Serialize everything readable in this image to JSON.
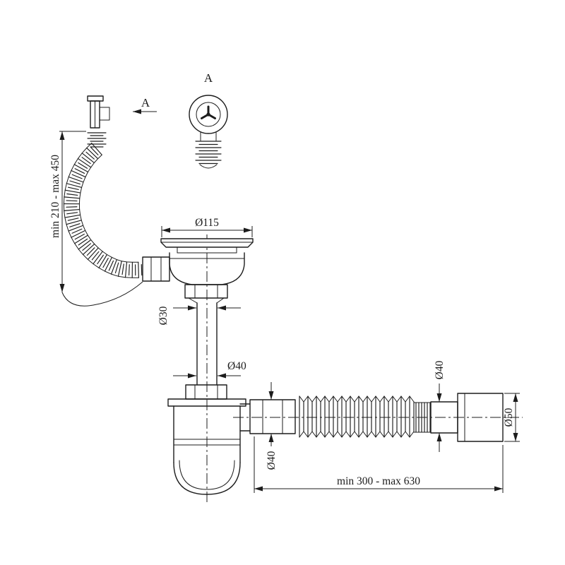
{
  "diagram": {
    "labels": {
      "arrow_label": "A",
      "detail_label": "A"
    },
    "dims": {
      "overflow_height": "min 210 - max 450",
      "strainer_diameter": "Ø115",
      "neck_diameter": "Ø30",
      "pipe_diameter": "Ø40",
      "outlet_diameter": "Ø40",
      "hose_end_diameter": "Ø40",
      "end_fitting_diameter": "Ø50",
      "hose_length": "min 300 - max 630"
    },
    "colors": {
      "line": "#1c1c1c",
      "background": "#ffffff"
    }
  }
}
